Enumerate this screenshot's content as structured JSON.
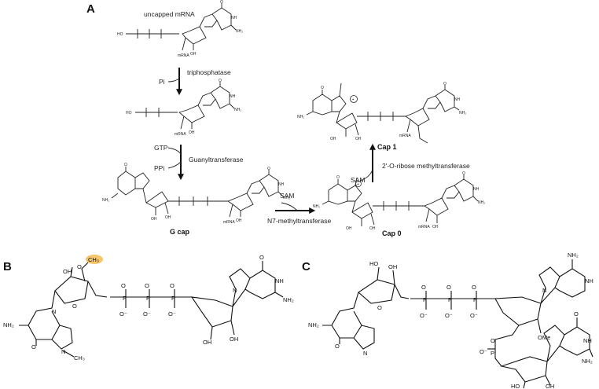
{
  "panels": {
    "a": {
      "letter": "A",
      "uncapped_label": "uncapped mRNA",
      "step1_byproduct": "Pi",
      "step1_enzyme": "triphosphatase",
      "step2_substrate": "GTP",
      "step2_byproduct": "PPi",
      "step2_enzyme": "Guanyltransferase",
      "gcap_label": "G cap",
      "step3_cofactor": "SAM",
      "step3_enzyme": "N7-methyltransferase",
      "cap0_label": "Cap 0",
      "step4_cofactor": "SAM",
      "step4_enzyme": "2'-O-ribose methyltransferase",
      "cap1_label": "Cap 1",
      "mrna_text": "mRNA"
    },
    "b": {
      "letter": "B"
    },
    "c": {
      "letter": "C",
      "ome_text": "OMe"
    }
  },
  "atoms": {
    "O": "O",
    "N": "N",
    "NH": "NH",
    "NH2": "NH₂",
    "OH": "OH",
    "HO": "HO",
    "P": "P",
    "Ominus": "O⁻",
    "CH3": "CH₃",
    "N_ring": "N",
    "plus": "+",
    "HO_P": "HO"
  },
  "colors": {
    "highlight": "#f5c66a",
    "ink": "#111111"
  }
}
